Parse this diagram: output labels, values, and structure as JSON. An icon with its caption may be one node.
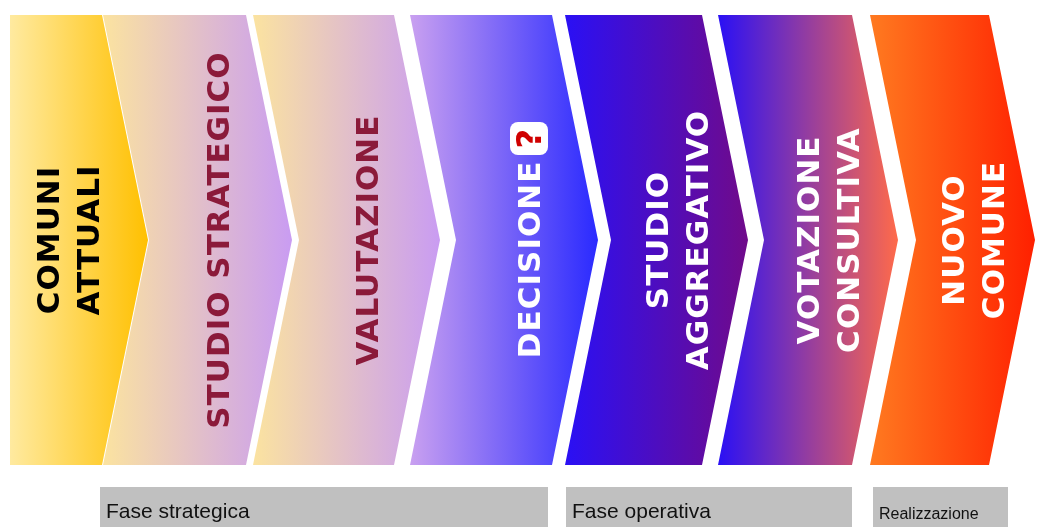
{
  "diagram": {
    "nodes": [
      {
        "text": [
          "COMUNI ATTUALI"
        ]
      },
      {
        "text": [
          "STUDIO STRATEGICO"
        ]
      },
      {
        "text": [
          "VALUTAZIONE"
        ]
      },
      {
        "text": [
          "DECISIONE",
          "?"
        ]
      },
      {
        "text": [
          "STUDIO AGGREGATIVO"
        ]
      },
      {
        "text": [
          "VOTAZIONE CONSULTIVA"
        ]
      },
      {
        "text": [
          "NUOVO COMUNE"
        ]
      },
      {
        "text": [
          "Fase strategica"
        ]
      },
      {
        "text": [
          "Fase operativa"
        ]
      },
      {
        "text": [
          "Realizzazione"
        ]
      }
    ]
  }
}
